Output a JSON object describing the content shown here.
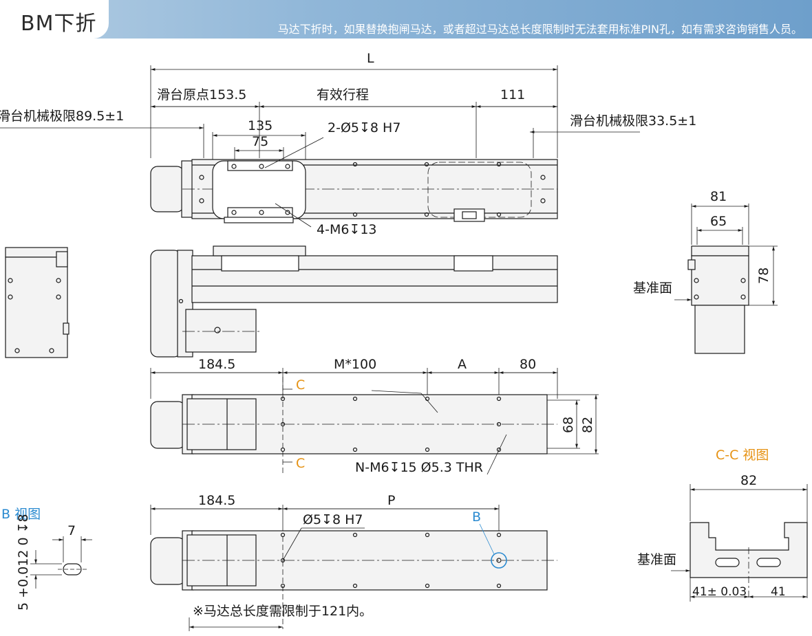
{
  "header": {
    "title": "BM下折",
    "note": "马达下折时，如果替换抱闸马达，或者超过马达总长度限制时无法套用标准PIN孔，如有需求咨询销售人员。"
  },
  "top_view": {
    "dim_L": "L",
    "slide_origin": "滑台原点153.5",
    "effective_stroke": "有效行程",
    "dim_111": "111",
    "mech_limit_left": "滑台机械极限89.5±1",
    "mech_limit_right": "滑台机械极限33.5±1",
    "dim_135": "135",
    "dim_75": "75",
    "pin_hole": "2-Ø5↧8 H7",
    "tap_holes": "4-M6↧13"
  },
  "end_view": {
    "dim_81": "81",
    "dim_65": "65",
    "dim_78": "78",
    "reference_face": "基准面"
  },
  "bottom_view": {
    "dim_184_5": "184.5",
    "dim_M": "M*100",
    "dim_A": "A",
    "dim_80": "80",
    "dim_68": "68",
    "dim_82": "82",
    "section_mark": "C",
    "mount_holes": "N-M6↧15 Ø5.3 THR"
  },
  "pin_view": {
    "dim_184_5": "184.5",
    "dim_P": "P",
    "pin_hole": "Ø5↧8 H7",
    "detail_mark": "B",
    "note": "※马达总长度需限制于121内。"
  },
  "detail_b": {
    "title": "B 视图",
    "dim_7": "7",
    "tolerance": "5 +0.012 0 ↧8"
  },
  "section_cc": {
    "title": "C-C 视图",
    "dim_82": "82",
    "reference_face": "基准面",
    "dim_41_tol": "41± 0.03",
    "dim_41": "41"
  },
  "colors": {
    "accent_orange": "#e69213",
    "accent_blue": "#2a8ad0",
    "banner": "#8fb6d8",
    "body_fill": "#f3f3f3",
    "line": "#1a1a1a"
  }
}
